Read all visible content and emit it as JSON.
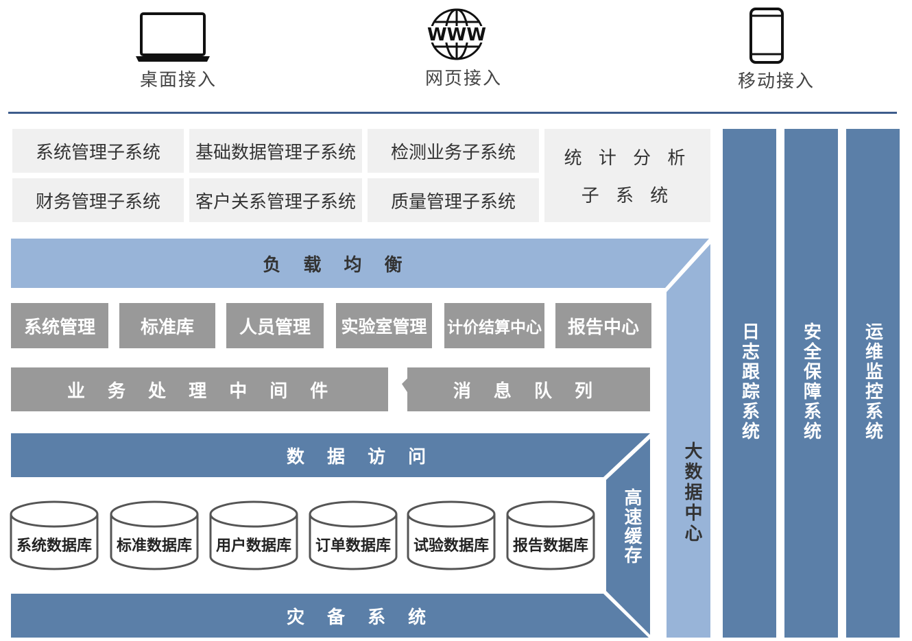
{
  "access": {
    "desktop": "桌面接入",
    "web": "网页接入",
    "web_icon_text": "WWW",
    "mobile": "移动接入"
  },
  "subsystems": {
    "row1": [
      "系统管理子系统",
      "基础数据管理子系统",
      "检测业务子系统"
    ],
    "row2": [
      "财务管理子系统",
      "客户关系管理子系统",
      "质量管理子系统"
    ],
    "stats_line1": "统 计 分 析",
    "stats_line2": "子 系 统"
  },
  "load_balance": "负 载 均 衡",
  "modules": [
    "系统管理",
    "标准库",
    "人员管理",
    "实验室管理",
    "计价结算中心",
    "报告中心"
  ],
  "middleware": "业 务 处 理 中 间 件",
  "message_queue": "消 息 队 列",
  "data_access": "数 据 访 问",
  "databases": [
    "系统数据库",
    "标准数据库",
    "用户数据库",
    "订单数据库",
    "试验数据库",
    "报告数据库"
  ],
  "disaster_backup": "灾 备 系 统",
  "cache": "高速缓存",
  "big_data": "大数据中心",
  "side_systems": [
    "日志跟踪系统",
    "安全保障系统",
    "运维监控系统"
  ],
  "colors": {
    "light_blue": "#98b4d8",
    "mid_blue": "#5b7fa8",
    "grey": "#999999",
    "cell_bg": "#f0f0f0",
    "divider": "#3d5c8c"
  }
}
